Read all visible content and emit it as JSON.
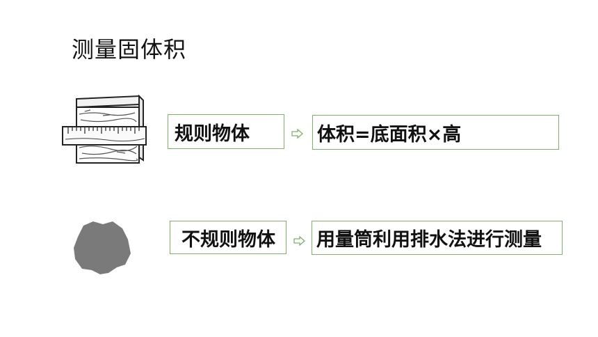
{
  "title": "测量固体积",
  "rows": [
    {
      "object_label": "规则物体",
      "method": "体积=底面积×高"
    },
    {
      "object_label": "不规则物体",
      "method": "用量筒利用排水法进行测量"
    }
  ],
  "icons": {
    "regular": "wooden-block-with-ruler-icon",
    "irregular": "stone-icon",
    "arrow": "right-arrow-icon"
  },
  "colors": {
    "box_border": "#7fb06a",
    "stone": "#7a7a7a"
  }
}
